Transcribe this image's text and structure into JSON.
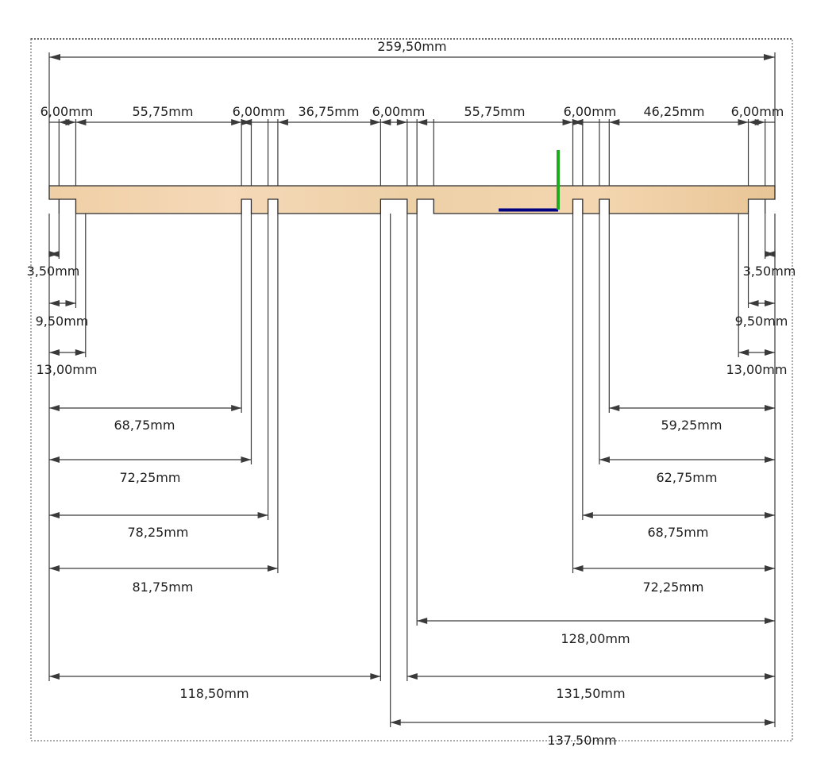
{
  "drawing": {
    "units": "mm",
    "part": {
      "overall_length": 259.5,
      "slot_width": 6.0,
      "slot_edges_mm": [
        3.5,
        9.5,
        68.75,
        72.25,
        78.25,
        81.75,
        118.5,
        128.0,
        131.5,
        137.5,
        187.25,
        190.75,
        196.75,
        200.25,
        250.0,
        256.0
      ],
      "slot_count": 8
    },
    "axis_colors": {
      "x_axis": "#000080",
      "y_axis": "#1faa1f"
    },
    "wood_colors": {
      "light": "#f5d9b8",
      "mid": "#efcfa5",
      "dark": "#e8c596"
    }
  },
  "dimensions": {
    "overall": "259,50mm",
    "top_chain": [
      "6,00mm",
      "55,75mm",
      "6,00mm",
      "36,75mm",
      "6,00mm",
      "55,75mm",
      "6,00mm",
      "46,25mm",
      "6,00mm"
    ],
    "left_stack": [
      "3,50mm",
      "9,50mm",
      "13,00mm",
      "68,75mm",
      "72,25mm",
      "78,25mm",
      "81,75mm",
      "118,50mm"
    ],
    "right_stack": [
      "3,50mm",
      "9,50mm",
      "13,00mm",
      "59,25mm",
      "62,75mm",
      "68,75mm",
      "72,25mm",
      "128,00mm",
      "131,50mm",
      "137,50mm"
    ]
  }
}
